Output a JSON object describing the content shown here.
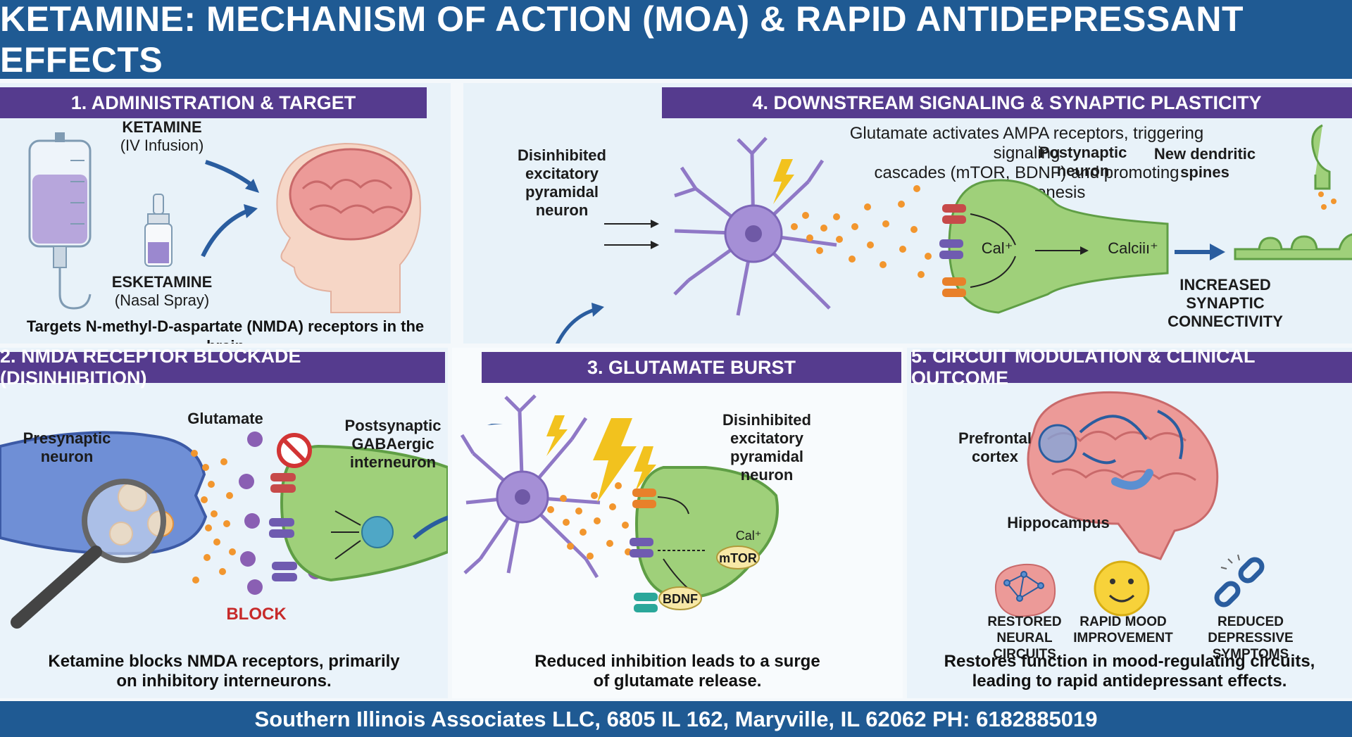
{
  "title": "KETAMINE: MECHANISM OF ACTION (MOA) & RAPID ANTIDEPRESSANT EFFECTS",
  "panel1": {
    "header": "1. ADMINISTRATION & TARGET",
    "ketamine": "KETAMINE",
    "ketamine_route": "(IV Infusion)",
    "esketamine": "ESKETAMINE",
    "esketamine_route": "(Nasal Spray)",
    "caption": "Targets N-methyl-D-aspartate (NMDA) receptors in the brain"
  },
  "panel4": {
    "header": "4. DOWNSTREAM SIGNALING & SYNAPTIC PLASTICITY",
    "description_line1": "Glutamate activates AMPA receptors, triggering signaling",
    "description_line2": "cascades (mTOR, BDNF) and promoting synaptogenesis",
    "neuron_label": "Disinhibited excitatory pyramidal neuron",
    "postsynaptic_label": "Postynaptic neuron",
    "ion_in": "Cal⁺",
    "ion_out": "Calciiı⁺",
    "spines_label": "New dendritic spines",
    "connectivity_label": "INCREASED SYNAPTIC CONNECTIVITY"
  },
  "panel2": {
    "header": "2. NMDA RECEPTOR BLOCKADE (DISINHIBITION)",
    "presynaptic": "Presynaptic neuron",
    "glutamate": "Glutamate",
    "postsynaptic": "Postsynaptic GABAergic interneuron",
    "block": "BLOCK",
    "caption_line1": "Ketamine blocks NMDA receptors, primarily",
    "caption_line2": "on inhibitory interneurons."
  },
  "panel3": {
    "header": "3. GLUTAMATE BURST",
    "neuron_label": "Disinhibited excitatory pyramidal neuron",
    "ion": "Cal⁺",
    "mtor": "mTOR",
    "bdnf": "BDNF",
    "caption_line1": "Reduced inhibition leads to a surge",
    "caption_line2": "of glutamate release."
  },
  "panel5": {
    "header": "5. CIRCUIT MODULATION & CLINICAL OUTCOME",
    "prefrontal": "Prefrontal cortex",
    "hippocampus": "Hippocampus",
    "outcomes": [
      {
        "label_line1": "RESTORED NEURAL",
        "label_line2": "CIRCUITS",
        "icon": "brain-network-icon"
      },
      {
        "label_line1": "RAPID MOOD",
        "label_line2": "IMPROVEMENT",
        "icon": "smiley-icon"
      },
      {
        "label_line1": "REDUCED DEPRESSIVE",
        "label_line2": "SYMPTOMS",
        "icon": "broken-chain-icon"
      }
    ],
    "caption_line1": "Restores function in mood-regulating circuits,",
    "caption_line2": "leading to rapid antidepressant effects."
  },
  "footer": "Southern Illinois Associates LLC, 6805 IL 162, Maryville, IL 62062 PH: 6182885019",
  "colors": {
    "title_blue": "#1f5a93",
    "header_purple": "#553b8e",
    "neuron_purple": "#9b84cf",
    "postsynaptic_green": "#9fd07a",
    "presynaptic_blue": "#6f8fd6",
    "glutamate_orange": "#f2962e",
    "brain_pink": "#eb8f8f"
  }
}
